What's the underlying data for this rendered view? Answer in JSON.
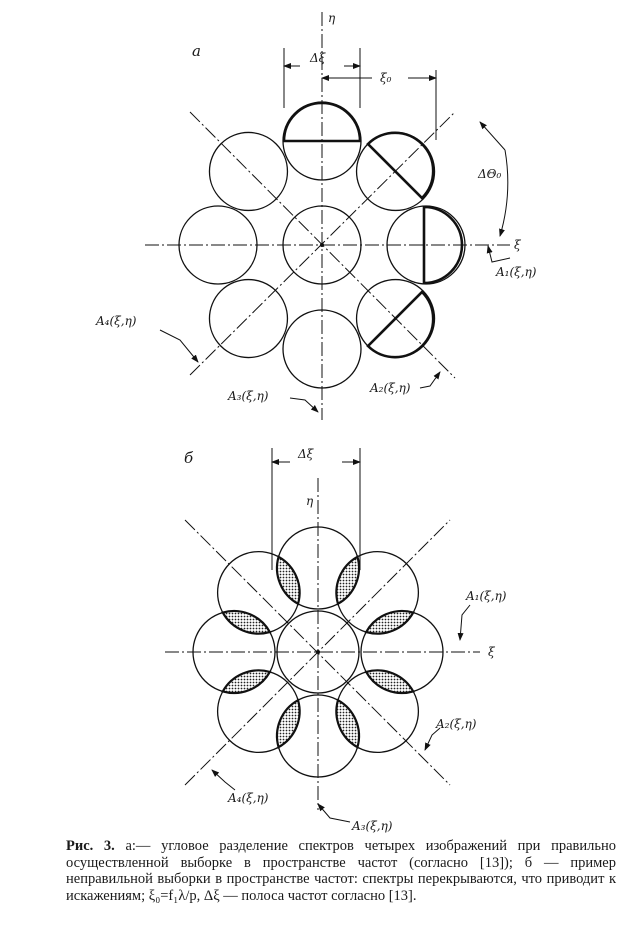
{
  "panel_a": {
    "label": "а",
    "axis_eta": "η",
    "axis_xi": "ξ",
    "delta_xi": "Δξ",
    "xi0": "ξ₀",
    "delta_theta0": "ΔΘ₀",
    "A1": "A₁(ξ,η)",
    "A2": "A₂(ξ,η)",
    "A3": "A₃(ξ,η)",
    "A4": "A₄(ξ,η)"
  },
  "panel_b": {
    "label": "б",
    "axis_eta": "η",
    "axis_xi": "ξ",
    "delta_xi": "Δξ",
    "A1": "A₁(ξ,η)",
    "A2": "A₂(ξ,η)",
    "A3": "A₃(ξ,η)",
    "A4": "A₄(ξ,η)"
  },
  "caption": {
    "figure_label": "Рис. 3.",
    "text": "а:— угловое разделение спектров четырех изображений при правильно осуществленной выборке в пространстве частот (согласно [13]); б — пример неправильной выборки в пространстве частот: спектры перекрываются, что приводит к искажениям; ξ₀=f₁λ/p, Δξ — полоса частот согласно [13]."
  }
}
